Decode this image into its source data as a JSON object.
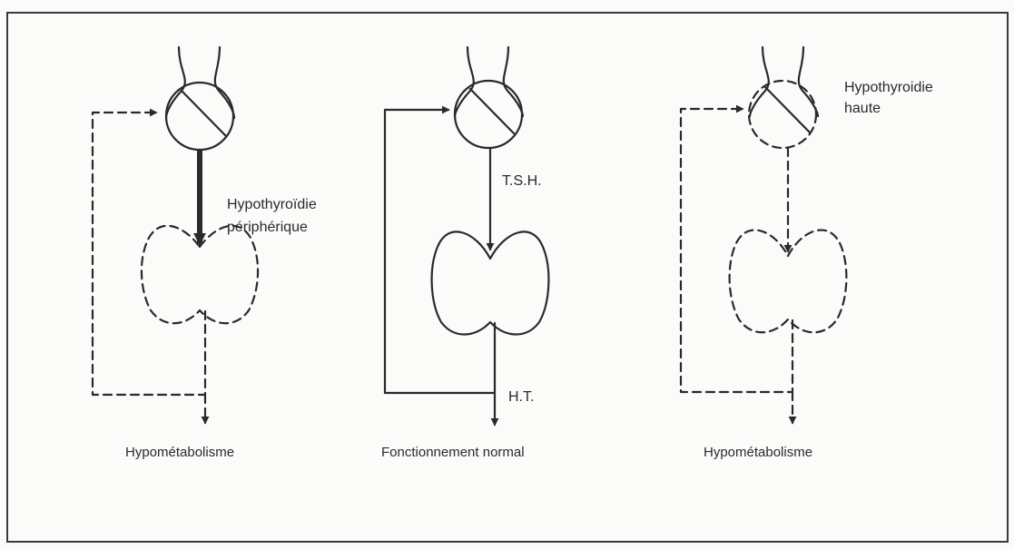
{
  "panels": [
    {
      "pituitary_label": [
        "Hypothyroïdie",
        "périphérique"
      ],
      "caption": "Hypométabolisme"
    },
    {
      "tsh_label": "T.S.H.",
      "ht_label": "H.T.",
      "caption": "Fonctionnement normal"
    },
    {
      "pituitary_label": [
        "Hypothyroidie",
        "haute"
      ],
      "caption": "Hypométabolisme"
    }
  ],
  "colors": {
    "ink": "#2a2a2a",
    "paper": "#fbfbfa"
  }
}
